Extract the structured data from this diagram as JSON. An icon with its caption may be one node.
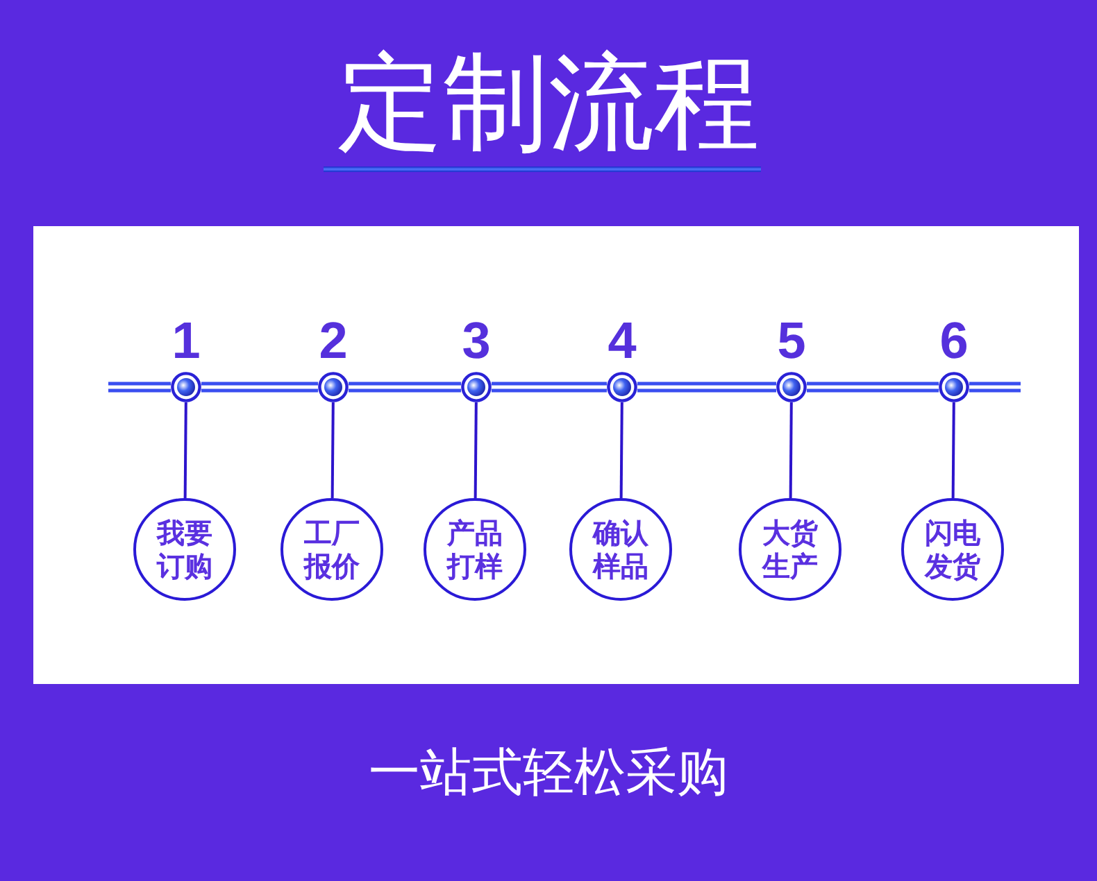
{
  "diagram": {
    "title": "定制流程",
    "nodes": [
      {
        "text": [],
        "shape": "circle",
        "beside": [
          "1"
        ]
      },
      {
        "text": [],
        "shape": "circle",
        "beside": [
          "2"
        ]
      },
      {
        "text": [],
        "shape": "circle",
        "beside": [
          "3"
        ]
      },
      {
        "text": [],
        "shape": "circle",
        "beside": [
          "4"
        ]
      },
      {
        "text": [],
        "shape": "circle",
        "beside": [
          "5"
        ]
      },
      {
        "text": [],
        "shape": "circle",
        "beside": [
          "6"
        ]
      },
      {
        "text": [
          "我要订购"
        ]
      },
      {
        "text": [
          "工厂报价"
        ]
      },
      {
        "text": [
          "产品打样"
        ]
      },
      {
        "text": [
          "确认样品"
        ]
      },
      {
        "text": [
          "大货生产"
        ]
      },
      {
        "text": [
          "闪电发货"
        ]
      }
    ],
    "edges": [
      {
        "from": 0,
        "to": 1,
        "arrow": "none",
        "color": "#3a4ef0"
      },
      {
        "from": 1,
        "to": 2,
        "arrow": "none",
        "color": "#3a4ef0"
      },
      {
        "from": 2,
        "to": 3,
        "arrow": "none",
        "color": "#3a4ef0"
      },
      {
        "from": 3,
        "to": 4,
        "arrow": "none",
        "color": "#3a4ef0"
      },
      {
        "from": 4,
        "to": 5,
        "arrow": "none",
        "color": "#3a4ef0"
      },
      {
        "from": 0,
        "to": 6,
        "arrow": "none"
      },
      {
        "from": 1,
        "to": 7,
        "arrow": "none"
      },
      {
        "from": 2,
        "to": 8,
        "arrow": "none"
      },
      {
        "from": 3,
        "to": 9,
        "arrow": "none"
      },
      {
        "from": 4,
        "to": 10,
        "arrow": "none"
      },
      {
        "from": 5,
        "to": 11,
        "arrow": "none"
      }
    ],
    "labels": [
      "一站式轻松采购"
    ]
  }
}
